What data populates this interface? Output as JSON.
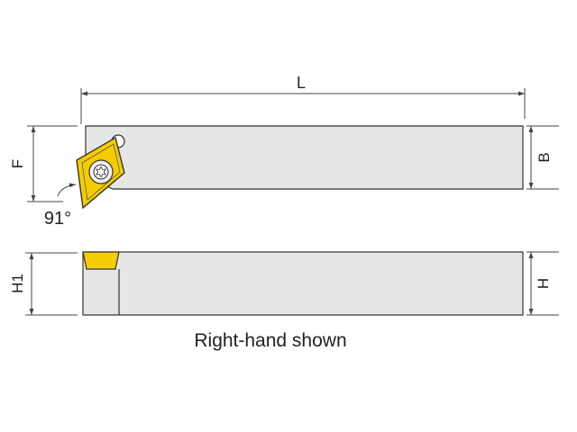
{
  "labels": {
    "length": "L",
    "width": "B",
    "height": "H",
    "functional_width": "F",
    "insert_height": "H1",
    "approach_angle": "91°"
  },
  "caption": "Right-hand shown",
  "colors": {
    "body_fill": "#e6e6e6",
    "insert_fill": "#f5cc00",
    "outline": "#333333",
    "dimension_line": "#444444"
  },
  "icons": {
    "insert": "rhombic-insert-icon",
    "screw": "torx-screw-icon",
    "clamp_pin": "pin-hole-icon"
  }
}
